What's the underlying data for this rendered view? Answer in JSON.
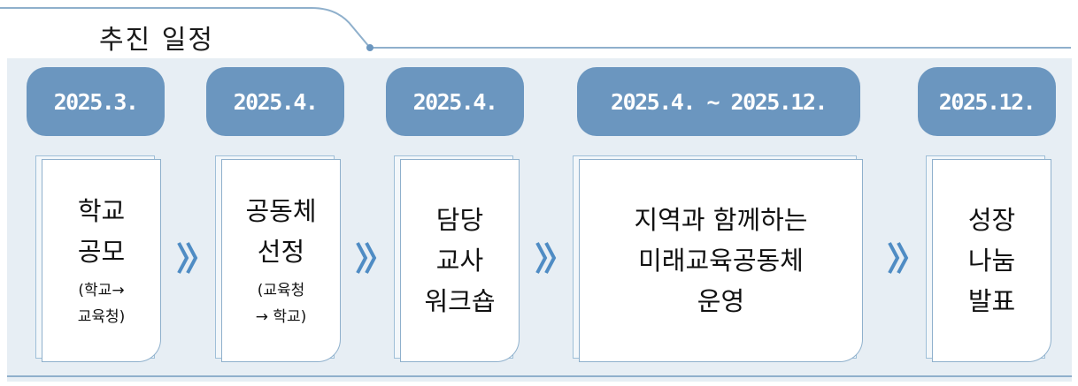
{
  "header": {
    "title": "추진 일정"
  },
  "colors": {
    "accent": "#6b96bf",
    "border": "#8fb0cc",
    "panel": "#e7eef4",
    "chevron": "#4f8cc4"
  },
  "stages": [
    {
      "date": "2025.3.",
      "lines": [
        "학교",
        "공모"
      ],
      "sub": [
        "(학교→",
        "교육청)"
      ]
    },
    {
      "date": "2025.4.",
      "lines": [
        "공동체",
        "선정"
      ],
      "sub": [
        "(교육청",
        "→ 학교)"
      ]
    },
    {
      "date": "2025.4.",
      "lines": [
        "담당",
        "교사",
        "워크숍"
      ],
      "sub": []
    },
    {
      "date": "2025.4. ~ 2025.12.",
      "lines": [
        "지역과 함께하는",
        "미래교육공동체",
        "운영"
      ],
      "sub": []
    },
    {
      "date": "2025.12.",
      "lines": [
        "성장",
        "나눔",
        "발표"
      ],
      "sub": []
    }
  ],
  "arrow_icon": "double-chevron-right-icon"
}
